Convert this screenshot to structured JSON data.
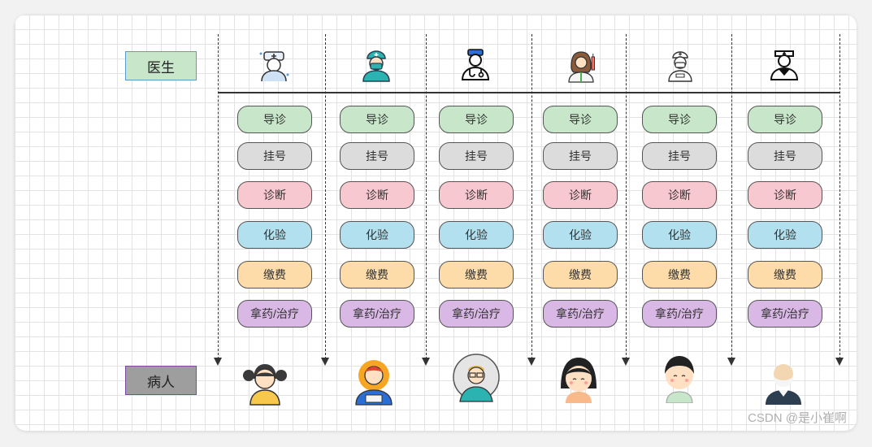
{
  "labels": {
    "doctor": "医生",
    "patient": "病人"
  },
  "steps": [
    {
      "label": "导诊",
      "color": "#c8e6c9"
    },
    {
      "label": "挂号",
      "color": "#dcdcdc"
    },
    {
      "label": "诊断",
      "color": "#f8c8d0"
    },
    {
      "label": "化验",
      "color": "#b3e0ee"
    },
    {
      "label": "缴费",
      "color": "#fddcaa"
    },
    {
      "label": "拿药/治疗",
      "color": "#d9b8e6"
    }
  ],
  "doctor_icons": [
    "nurse-doctor-icon",
    "surgeon-doctor-icon",
    "stethoscope-doctor-icon",
    "female-doctor-syringe-icon",
    "masked-doctor-icon",
    "nurse-cap-doctor-icon"
  ],
  "patient_icons": [
    "girl-pigtails-patient-icon",
    "man-laptop-patient-icon",
    "man-glasses-patient-icon",
    "girl-smiling-patient-icon",
    "boy-smiling-patient-icon",
    "elderly-man-patient-icon"
  ],
  "watermark": "CSDN @是小崔啊"
}
